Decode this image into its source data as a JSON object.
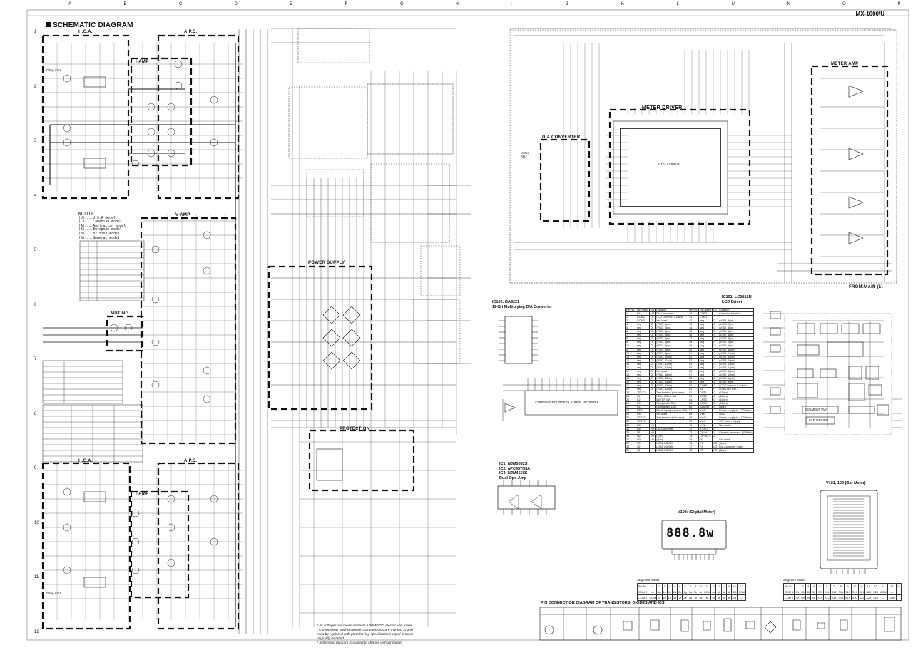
{
  "header": {
    "title": "SCHEMATIC DIAGRAM",
    "model": "MX-1000/U",
    "columns": [
      "A",
      "B",
      "C",
      "D",
      "E",
      "F",
      "G",
      "H",
      "I",
      "J",
      "K",
      "L",
      "M",
      "N",
      "O",
      "P"
    ],
    "rows": [
      "1",
      "2",
      "3",
      "4",
      "5",
      "6",
      "7",
      "8",
      "9",
      "10",
      "11",
      "12"
    ]
  },
  "blocks": {
    "hca_top": "H.C.A.",
    "aps_top": "A.P.S.",
    "iamp_top": "I-AMP",
    "vamp": "V-AMP",
    "muting": "MUTING",
    "power_supply": "POWER SUPPLY",
    "protection": "PROTECTION",
    "hca_bottom": "H.C.A.",
    "aps_bottom": "A.P.S.",
    "iamp_bottom": "I-AMP",
    "meter_driver": "METER DRIVER",
    "da_converter": "D/A CONVERTER",
    "meter_amp": "METER AMP",
    "meter_adj": "Meter ADJ",
    "idling_top": "IDling ADJ",
    "idling_bottom": "IDling ADJ",
    "from_main": "FROM:MAIN (1)"
  },
  "notice": {
    "title": "NOTICE",
    "lines": [
      "(U)....U.S.A model",
      "(C)....Canadian model",
      "(A)....Australian model",
      "(E)....European model",
      "(B)....British model",
      "(G)....General model"
    ]
  },
  "ics": {
    "ic102_title": "IC102: BA9221",
    "ic102_sub": "12-Bit Multiplying D/A Converter",
    "ic101_title": "IC101: LC5812H",
    "ic101_sub": "LCD Driver",
    "opamps_title": "IC1: NJM5532S",
    "opamps_line2": "IC2: μPC4570HA",
    "opamps_line3": "IC3: NJM4558S",
    "opamps_sub": "Dual Ope-Amp",
    "v103_title": "V103: (Digital Meter)",
    "v103_digits": "888.8w",
    "v101_title": "V101, 102 (Bar Meter)",
    "lc5812h": "IC101 LC5812H",
    "ladder": "CURRENT SOURCES LADDER NETWORK",
    "segment_pla": "SEGMENT PLA",
    "lcd_driver": "LCD DRIVER"
  },
  "pin_table": {
    "headers": [
      "Pin No.",
      "Pin Name",
      "I/O",
      "Function",
      "Pin No.",
      "Pin Name",
      "I/O",
      "Function"
    ],
    "rows": [
      [
        "1",
        "P4",
        "I/O",
        "D/A Converter",
        "40",
        "CUP2",
        "",
        "Capacitor terminal"
      ],
      [
        "2",
        "COM2",
        "O",
        "LCD Common 2 output",
        "41",
        "CUP1",
        "",
        ""
      ],
      [
        "3",
        "COM3",
        "O",
        "Not used",
        "42",
        "seg",
        "O",
        "(V102, 8pin)"
      ],
      [
        "4",
        "seg",
        "O",
        "(V101, 1pin)",
        "43",
        "seg",
        "O",
        "(V102, 7pin)"
      ],
      [
        "5",
        "seg",
        "O",
        "(V101, 2pin)",
        "44",
        "seg",
        "O",
        "(V102, 6pin)"
      ],
      [
        "6",
        "seg",
        "O",
        "(V101, 3pin)",
        "45",
        "seg",
        "O",
        "(V102, 5pin)"
      ],
      [
        "7",
        "seg",
        "O",
        "(V101, 4pin)",
        "46",
        "seg",
        "O",
        "(V102, 4pin)"
      ],
      [
        "8",
        "seg",
        "O",
        "(V101, 5pin)",
        "47",
        "seg",
        "O",
        "(V102, 3pin)"
      ],
      [
        "9",
        "seg",
        "O",
        "(V101, 6pin)",
        "48",
        "seg",
        "O",
        "(V102, 2pin)"
      ],
      [
        "10",
        "seg",
        "O",
        "(V101, 7pin)",
        "49",
        "seg",
        "O",
        "(V102, 1pin)"
      ],
      [
        "11",
        "seg",
        "O",
        "(V101, 8pin)",
        "50",
        "seg",
        "O",
        "(V102, 18pin)"
      ],
      [
        "12",
        "seg",
        "O",
        "(V101, 9pin)",
        "51",
        "seg",
        "O",
        "(V102, 17pin)"
      ],
      [
        "13",
        "seg",
        "O",
        "(V101, 10pin)",
        "52",
        "seg",
        "O",
        "(V102, 16pin)"
      ],
      [
        "14",
        "seg",
        "O",
        "(V101, 11pin)",
        "53",
        "seg",
        "O",
        "(V102, 15pin)"
      ],
      [
        "15",
        "seg",
        "O",
        "(V101, 12pin)",
        "54",
        "seg",
        "O",
        "(V102, 14pin)"
      ],
      [
        "16",
        "seg",
        "O",
        "(V101, 13pin)",
        "55",
        "seg",
        "O",
        "(V102, 13pin)"
      ],
      [
        "17",
        "seg",
        "O",
        "Not used",
        "56",
        "seg",
        "O",
        "(V102, 12pin)"
      ],
      [
        "18",
        "seg",
        "O",
        "(V103, 16pin)",
        "57",
        "seg",
        "O",
        "(V102, 11pin)"
      ],
      [
        "19",
        "seg",
        "O",
        "(V103, 15pin)",
        "58",
        "seg",
        "O",
        "(V102, 10pin)"
      ],
      [
        "20",
        "seg",
        "O",
        "(V103, 14pin)",
        "59",
        "seg",
        "O",
        "(V102, 9pin)"
      ],
      [
        "21",
        "seg",
        "O",
        "(V103, 13pin)",
        "60",
        "COM1",
        "O",
        "LCD Common 1 output"
      ],
      [
        "22",
        "seg",
        "O",
        "(V103, 12pin)",
        "61",
        "S4",
        "I",
        "LOAD B/2 SW"
      ],
      [
        "23",
        "TEST2",
        "",
        "Test terminal (Not used)",
        "62",
        "CNT1",
        "O",
        "(13pin)"
      ],
      [
        "24",
        "K4",
        "I",
        "PEAK HOLD SW",
        "63",
        "CNT2",
        "O",
        "(14pin)"
      ],
      [
        "25",
        "K2",
        "I",
        "METER SW",
        "64",
        "CNT3",
        "O",
        "(15pin)"
      ],
      [
        "26",
        "K3",
        "I",
        "Comparator R/ch",
        "65",
        "CNT4",
        "O",
        "(16pin)"
      ],
      [
        "27",
        "K1",
        "I",
        "Comparator L/ch",
        "66",
        "ALARM",
        "O",
        "(8pin)"
      ],
      [
        "28",
        "RES",
        "I",
        "Reset input (at power ON)",
        "67",
        "Vdd2",
        "",
        "Power supply for LCD drive"
      ],
      [
        "29",
        "INT",
        "I",
        "Not used",
        "68",
        "Vss2",
        "",
        "GND"
      ],
      [
        "30",
        "TEST2",
        "",
        "Test terminal (Not used)",
        "69",
        "Vdd3",
        "",
        "Power supply for LCD drive"
      ],
      [
        "31",
        "TEST1",
        "",
        "",
        "70",
        "Vdd",
        "",
        "+5V power supply"
      ],
      [
        "32",
        "R0",
        "I/O",
        "",
        "71",
        "X IN",
        "I",
        "Not used"
      ],
      [
        "33",
        "N0",
        "I/O",
        "D/A Converter",
        "72",
        "X OUT",
        "O",
        ""
      ],
      [
        "34",
        "N1",
        "I/O",
        "",
        "73",
        "CR IN",
        "I",
        "Ceramic resonator (800kHz)"
      ],
      [
        "35",
        "N2",
        "I/O",
        "(7pin)",
        "74",
        "CR OUT",
        "O",
        ""
      ],
      [
        "36",
        "N3",
        "I/O",
        "(8pin)",
        "75",
        "F0",
        "",
        "Not used"
      ],
      [
        "37",
        "S3",
        "I",
        "LOAD 8Ω SW",
        "76",
        "F1",
        "I/O",
        "(4pin)"
      ],
      [
        "38",
        "S2",
        "I",
        "LOAD 8Ω SW",
        "77",
        "F2",
        "I/O",
        "D/A Converter (3pin)"
      ],
      [
        "39",
        "S1",
        "I",
        "LOAD 8Ω SW",
        "78",
        "F3",
        "I/O",
        "(2pin)"
      ]
    ]
  },
  "segment_matrix_left": {
    "title": "Segment Matrix",
    "header": [
      "Pin No.",
      "1",
      "2",
      "3",
      "4",
      "5",
      "6",
      "7",
      "8",
      "9",
      "10",
      "11",
      "12",
      "13",
      "14",
      "15",
      "16",
      "17"
    ],
    "rows": [
      [
        "COM 2",
        "—",
        "1a",
        "1b",
        "1c",
        "2a",
        "2b",
        "2g",
        "3a",
        "3b",
        "3c",
        "DOL",
        "4a",
        "4b",
        "4c",
        "W",
        "4M",
        "COM"
      ],
      [
        "COM 1",
        "COM",
        "1f",
        "1g",
        "1e",
        "1d",
        "2f",
        "2e",
        "2d",
        "3f",
        "3g",
        "3e",
        "3d",
        "4f",
        "4g",
        "4e",
        "4d",
        "—"
      ]
    ]
  },
  "segment_matrix_right": {
    "title": "Segment Matrix",
    "header": [
      "Pin No.",
      "1",
      "2",
      "3",
      "4",
      "5",
      "6",
      "7",
      "8",
      "9",
      "10",
      "11",
      "12",
      "13",
      "14",
      "15",
      "16"
    ],
    "rows": [
      [
        "COM 1",
        "S1",
        "S3",
        "S5",
        "S7",
        "S9",
        "S11",
        "S13",
        "S15",
        "S17",
        "S19",
        "S21",
        "S23",
        "S25",
        "COM",
        "—",
        ""
      ],
      [
        "COM 2",
        "S2",
        "S4",
        "S6",
        "S8",
        "S10",
        "S12",
        "S14",
        "S16",
        "S18",
        "S20",
        "S22",
        "S24",
        "S26",
        "—",
        "COM",
        ""
      ]
    ]
  },
  "pin_connection": {
    "title": "PIN CONNECTION DIAGRAM OF TRANSISTORS, DIODES AND ICS"
  },
  "notes": [
    "* All voltages are measured with a 10MΩ/DC electric volt meter.",
    "* Components having special characteristics are marked ⚠ and",
    "  must be replaced with parts having specifications equal to those",
    "  originally installed.",
    "* Schematic diagram is subject to change without notice."
  ],
  "colors": {
    "ink": "#111111",
    "paper": "#ffffff"
  }
}
